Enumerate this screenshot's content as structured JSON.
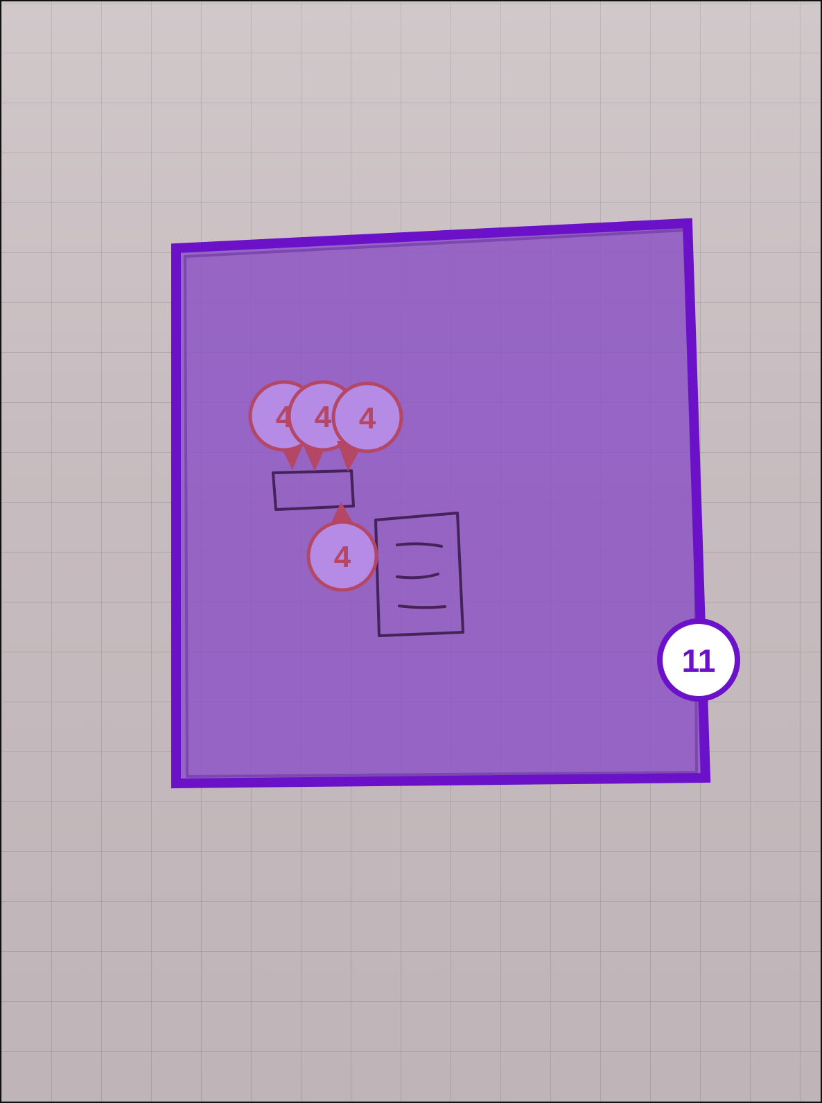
{
  "annotations": {
    "region_badge": {
      "label": "11"
    },
    "markers": [
      {
        "label": "4"
      },
      {
        "label": "4"
      },
      {
        "label": "4"
      },
      {
        "label": "4"
      }
    ]
  },
  "colors": {
    "region_fill": "#8b52c6",
    "region_stroke": "#6b12c8",
    "marker_fill": "#b58be6",
    "marker_stroke": "#b54766",
    "marker_text": "#b54766",
    "badge_fill": "#ffffff",
    "badge_stroke": "#6b12c8",
    "badge_text": "#6b12c8",
    "sketch_ink": "#3b1d4a"
  }
}
